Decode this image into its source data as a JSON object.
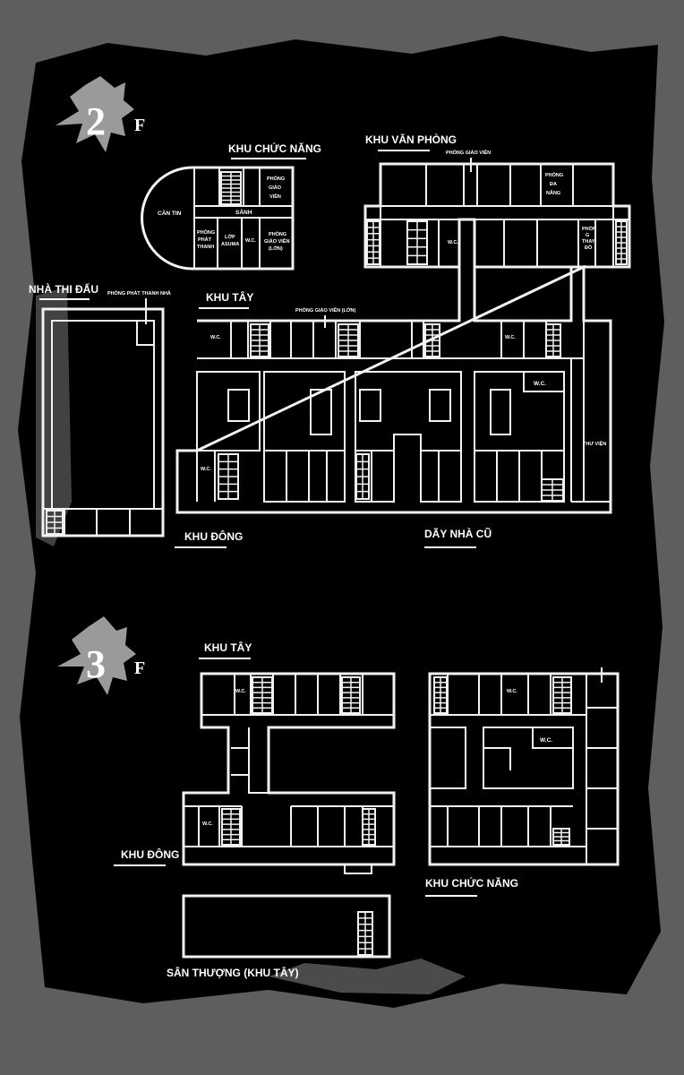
{
  "floors": [
    {
      "marker": {
        "number": "2",
        "suffix": "F"
      },
      "areas": {
        "functional": "KHU CHỨC NĂNG",
        "office": "KHU VĂN PHÒNG",
        "gym": "NHÀ THI ĐẤU",
        "west": "KHU TÂY",
        "east": "KHU ĐÔNG",
        "old": "DÃY NHÀ CŨ"
      },
      "rooms": {
        "canteen": "CĂN TIN",
        "teachers_room": [
          "PHÒNG",
          "GIÁO",
          "VIÊN"
        ],
        "lobby": "SẢNH",
        "broadcast": [
          "PHÒNG",
          "PHÁT",
          "THANH"
        ],
        "asuma_class": [
          "LỚP",
          "ASUMA"
        ],
        "wc": "W.C.",
        "large_teachers_room": [
          "PHÒNG",
          "GIÁO VIÊN",
          "(LỚN)"
        ],
        "office_teachers_room": "PHÒNG GIÁO VIÊN",
        "multipurpose": [
          "PHÒNG",
          "ĐA",
          "NĂNG"
        ],
        "changing_room": [
          "PHÒN",
          "G",
          "THAY",
          "ĐỒ"
        ],
        "gym_broadcast": "PHÒNG PHÁT THANH NHÀ",
        "west_large_teachers_room": "PHÒNG GIÁO VIÊN (LỚN)",
        "library": "THƯ VIỆN"
      }
    },
    {
      "marker": {
        "number": "3",
        "suffix": "F"
      },
      "areas": {
        "west": "KHU TÂY",
        "east": "KHU ĐÔNG",
        "functional": "KHU CHỨC NĂNG",
        "rooftop": "SÂN THƯỢNG (KHU TÂY)"
      },
      "rooms": {
        "wc": "W.C."
      }
    }
  ],
  "colors": {
    "background": "#000000",
    "lines": "#f2f2f2",
    "grunge": "#5e5e5e"
  }
}
